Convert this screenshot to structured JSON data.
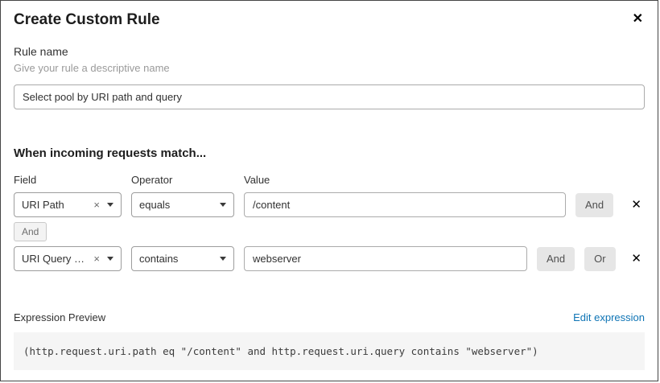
{
  "colors": {
    "link": "#0e74b5",
    "btn-bg": "#e6e6e6",
    "code-bg": "#f5f5f5"
  },
  "icons": {
    "close": "✕",
    "clear": "×",
    "remove": "✕"
  },
  "modal": {
    "title": "Create Custom Rule"
  },
  "rule_name": {
    "label": "Rule name",
    "helper": "Give your rule a descriptive name",
    "value": "Select pool by URI path and query"
  },
  "match": {
    "heading": "When incoming requests match...",
    "columns": {
      "field": "Field",
      "operator": "Operator",
      "value": "Value"
    },
    "connector": "And",
    "rows": [
      {
        "field": "URI Path",
        "operator": "equals",
        "value": "/content",
        "and_label": "And"
      },
      {
        "field": "URI Query St...",
        "operator": "contains",
        "value": "webserver",
        "and_label": "And",
        "or_label": "Or"
      }
    ]
  },
  "expression": {
    "label": "Expression Preview",
    "edit_link": "Edit expression",
    "code": "(http.request.uri.path eq \"/content\" and http.request.uri.query contains \"webserver\")"
  }
}
